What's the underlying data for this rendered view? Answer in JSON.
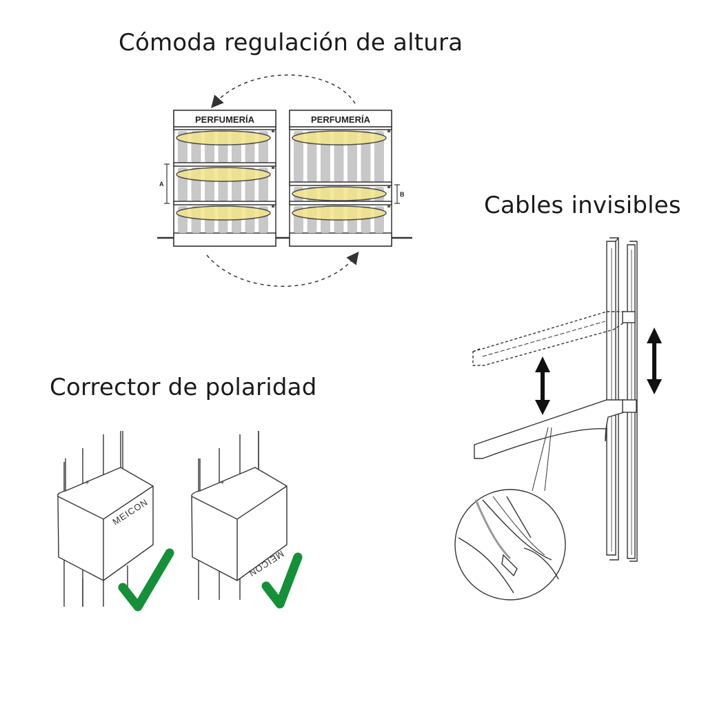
{
  "sections": {
    "height": {
      "title": "Cómoda regulación de altura"
    },
    "cables": {
      "title": "Cables invisibles"
    },
    "polarity": {
      "title": "Corrector de polaridad"
    }
  },
  "shelves": {
    "left_header": "PERFUMERÍA",
    "right_header": "PERFUMERÍA",
    "dim_a": "A",
    "dim_b": "B"
  },
  "connectors": {
    "brand_left": "MEICON",
    "brand_right": "MEICON",
    "plus_sign": "+",
    "minus_sign": "-"
  },
  "colors": {
    "check": "#149038",
    "glow": "#f3e58a",
    "bottle": "#c8c8c8",
    "line": "#333333"
  }
}
